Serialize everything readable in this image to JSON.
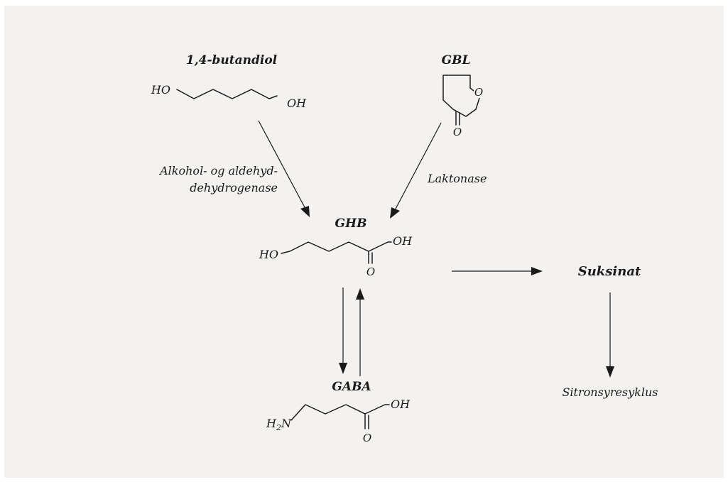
{
  "compounds": {
    "butanediol": {
      "name": "1,4-butandiol",
      "left_group": "HO",
      "right_group": "OH"
    },
    "gbl": {
      "name": "GBL",
      "ring_atom": "O",
      "carbonyl": "O"
    },
    "ghb": {
      "name": "GHB",
      "left_group": "HO",
      "acid_oh": "OH",
      "carbonyl": "O"
    },
    "gaba": {
      "name": "GABA",
      "amine_h": "H",
      "amine_sub": "2",
      "amine_n": "N",
      "acid_oh": "OH",
      "carbonyl": "O"
    },
    "suksinat": {
      "name": "Suksinat"
    },
    "sitronsyresyklus": {
      "name": "Sitronsyresyklus"
    }
  },
  "enzymes": {
    "alkohol_line1": "Alkohol- og aldehyd-",
    "alkohol_line2": "dehydrogenase",
    "laktonase": "Laktonase"
  },
  "colors": {
    "background": "#f3f2f0",
    "ink": "#1a1a1a"
  }
}
